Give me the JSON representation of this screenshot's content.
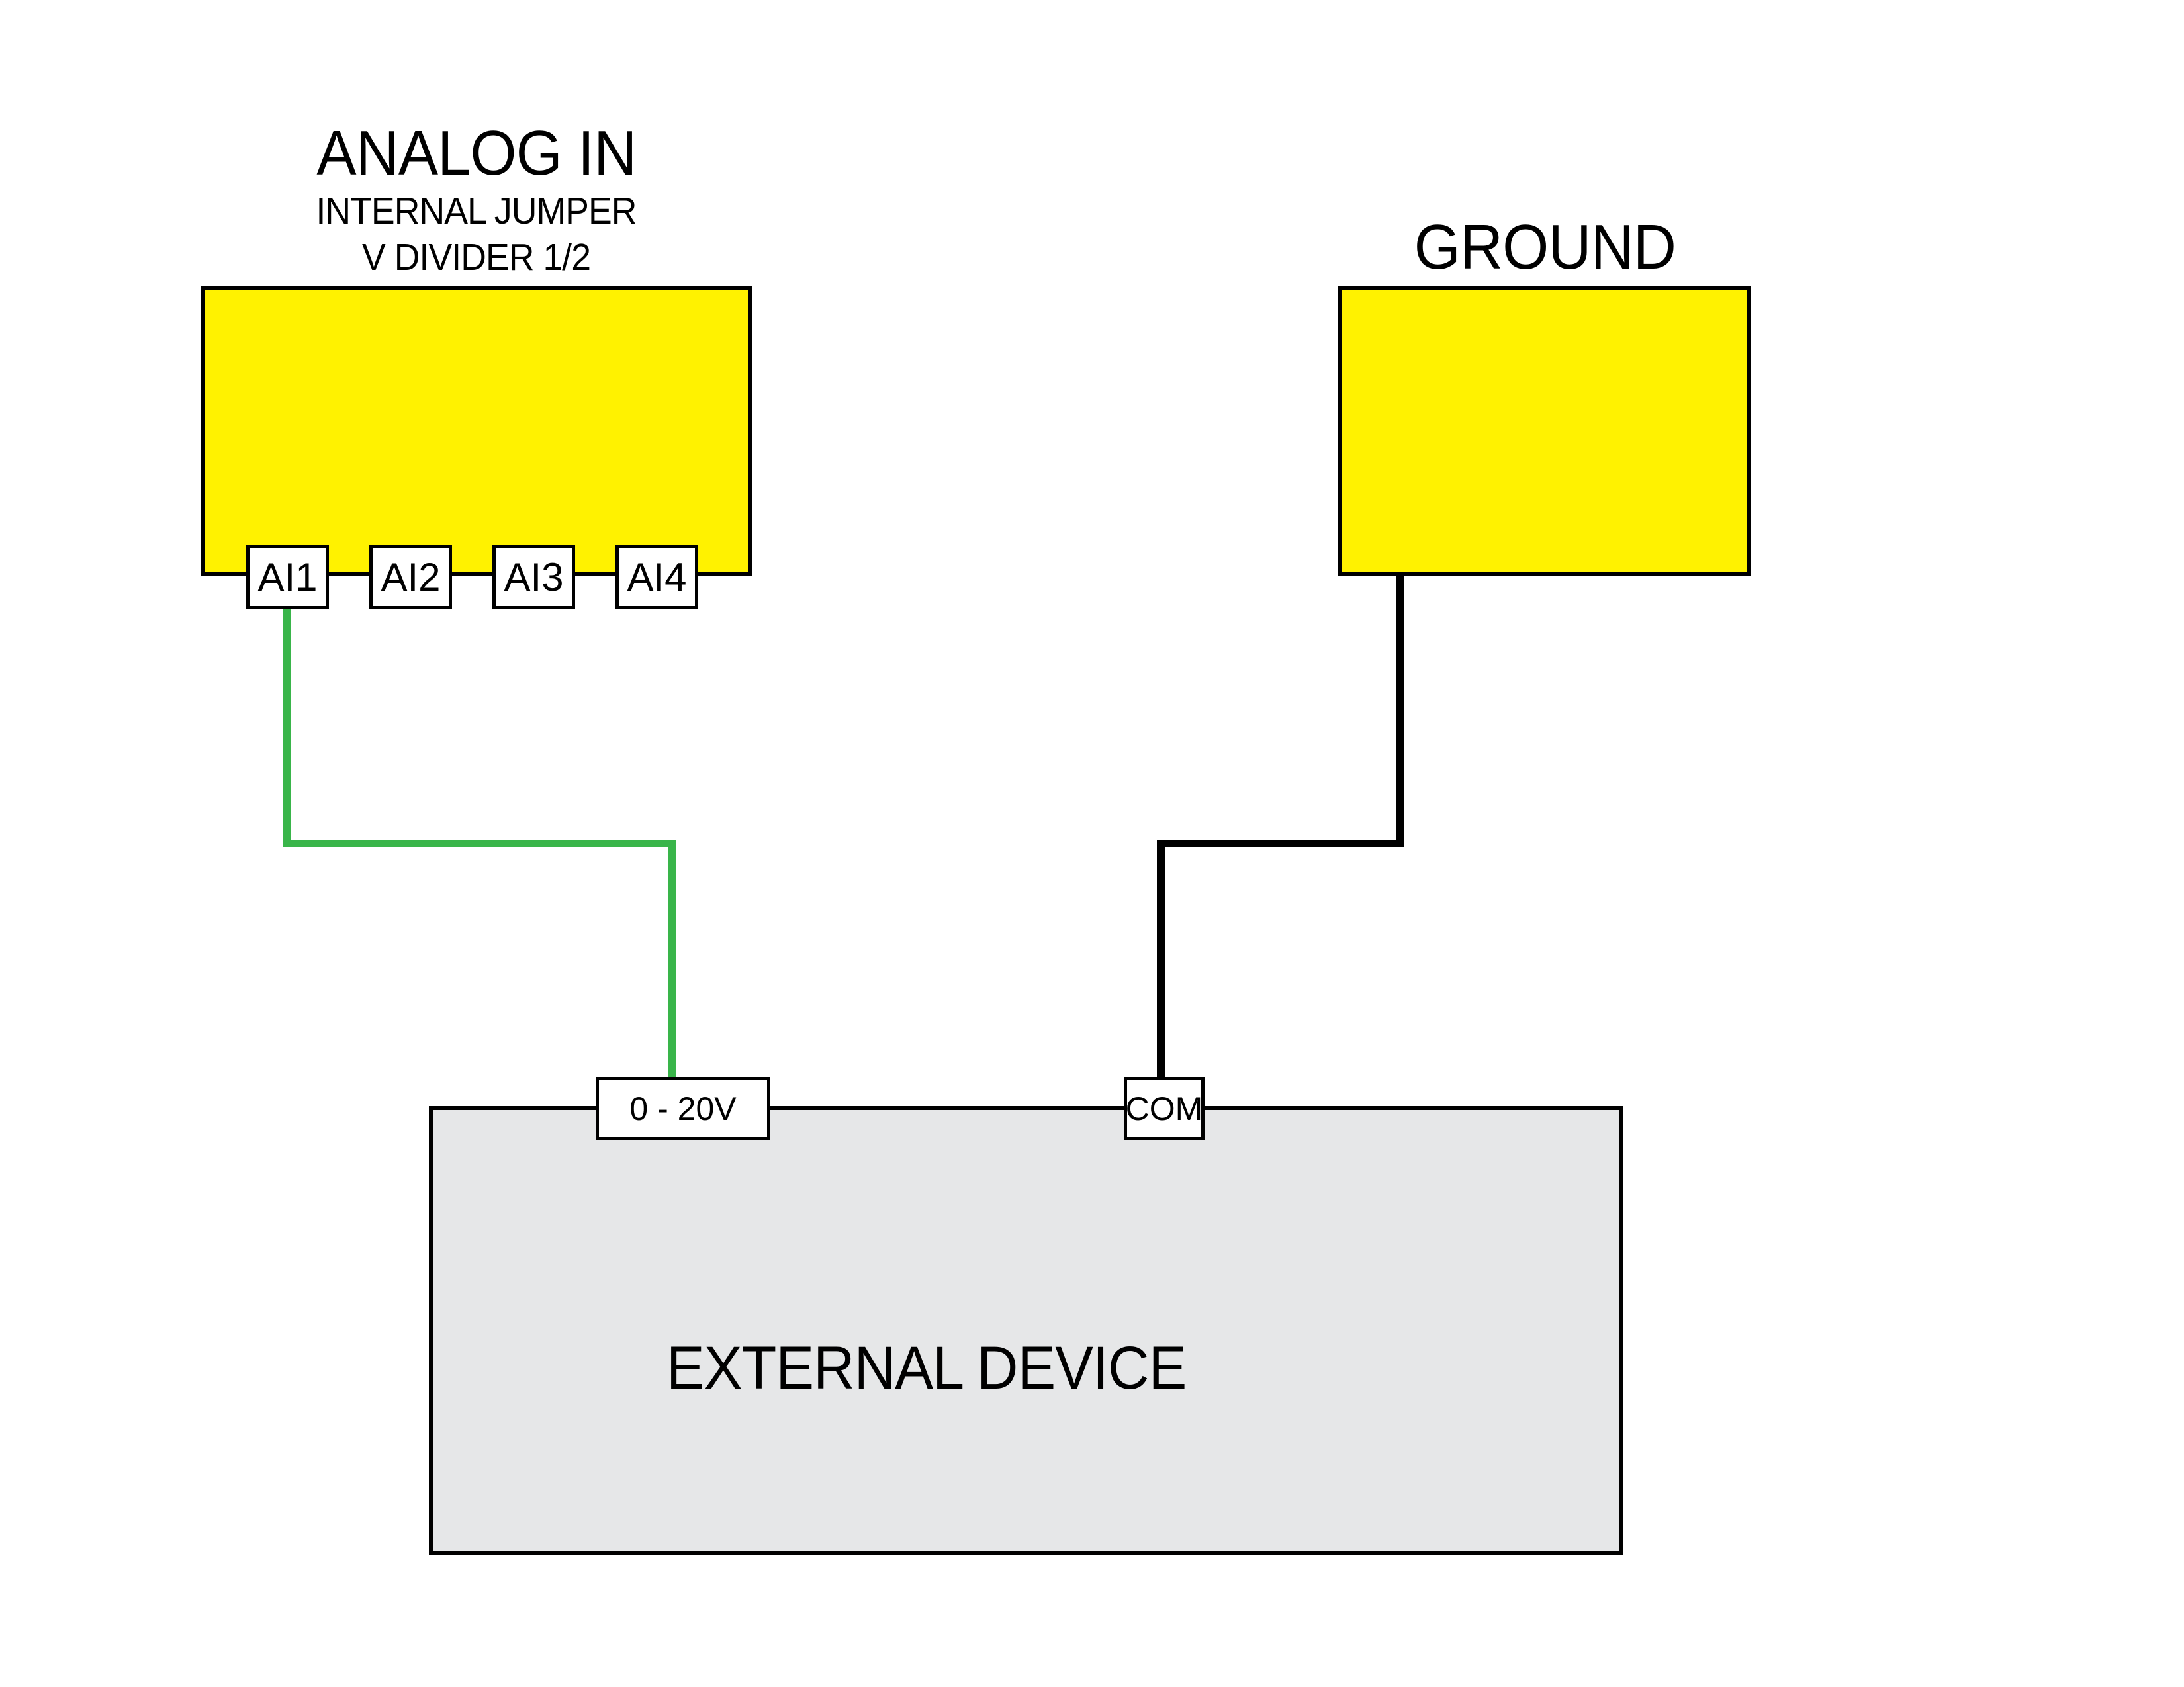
{
  "analog_in": {
    "title": "ANALOG IN",
    "subtitle_line1": "INTERNAL JUMPER",
    "subtitle_line2": "V DIVIDER 1/2",
    "terminals": [
      "AI1",
      "AI2",
      "AI3",
      "AI4"
    ]
  },
  "ground": {
    "title": "GROUND"
  },
  "external_device": {
    "label": "EXTERNAL DEVICE",
    "terminals": [
      "0 - 20V",
      "COM"
    ]
  },
  "wires": [
    {
      "name": "analog-signal-wire",
      "from": "AI1",
      "to": "0 - 20V",
      "color": "#39B54A"
    },
    {
      "name": "ground-wire",
      "from": "GROUND",
      "to": "COM",
      "color": "#000000"
    }
  ],
  "colors": {
    "module_fill": "#FFF200",
    "module_border": "#000000",
    "device_fill": "#E6E7E8",
    "signal_wire": "#39B54A",
    "ground_wire": "#000000",
    "background": "#FFFFFF"
  }
}
